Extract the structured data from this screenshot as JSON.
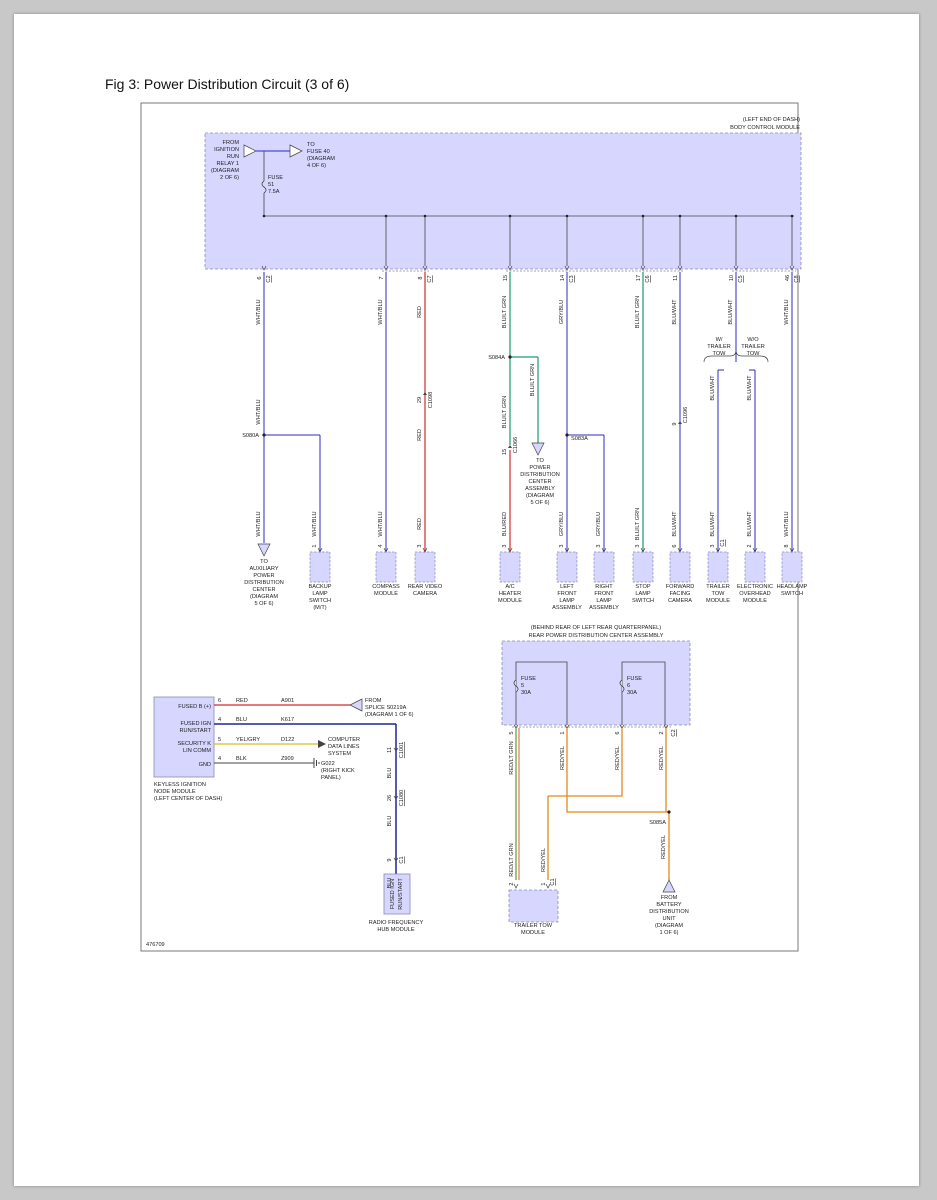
{
  "title": "Fig 3: Power Distribution Circuit (3 of 6)",
  "figure_id": "476709",
  "bcm": {
    "location": "(LEFT END OF DASH)",
    "name": "BODY CONTROL MODULE",
    "from_source": [
      "FROM",
      "IGNITION",
      "RUN",
      "RELAY 1",
      "(DIAGRAM",
      "2 OF 6)"
    ],
    "to_fuse": [
      "TO",
      "FUSE 40",
      "(DIAGRAM",
      "4 OF 6)"
    ],
    "fuse": [
      "FUSE",
      "51",
      "7.5A"
    ]
  },
  "bcm_pins": [
    {
      "pin": "6",
      "connector": "C2",
      "wire": "WHT/BLU"
    },
    {
      "pin": "7",
      "connector": "",
      "wire": "WHT/BLU"
    },
    {
      "pin": "8",
      "connector": "C7",
      "wire": "RED"
    },
    {
      "pin": "15",
      "connector": "",
      "wire": "BLU/LT GRN"
    },
    {
      "pin": "14",
      "connector": "C3",
      "wire": "GRY/BLU"
    },
    {
      "pin": "17",
      "connector": "C6",
      "wire": "BLU/LT GRN"
    },
    {
      "pin": "11",
      "connector": "",
      "wire": "BLU/WHT"
    },
    {
      "pin": "10",
      "connector": "C5",
      "wire": "BLU/WHT"
    },
    {
      "pin": "46",
      "connector": "C8",
      "wire": "WHT/BLU"
    }
  ],
  "splices": {
    "s080a": "S080A",
    "s084a": "S084A",
    "s083a": "S083A",
    "s085a": "S085A"
  },
  "inline": {
    "c1098_pin": "29",
    "c1098": "C1098",
    "c1066_pin": "15",
    "c1066": "C1066",
    "c1096_pin": "9",
    "c1096": "C1096",
    "s084a_branch_wire": "BLU/LT GRN",
    "s084a_down_wire": "BLU/LT GRN",
    "heater_wire": "BLU/RED",
    "red_mid": "RED",
    "whtblu_mid": "WHT/BLU",
    "blugry_mid": "BLU/WHT",
    "towbranch_left": "BLU/WHT",
    "towbranch_right": "BLU/WHT",
    "w_tow": [
      "W/",
      "TRAILER",
      "TOW"
    ],
    "wo_tow": [
      "W/O",
      "TRAILER",
      "TOW"
    ]
  },
  "components": [
    {
      "pin": "",
      "connector": "",
      "wire": "WHT/BLU",
      "label": [
        "TO",
        "AUXILIARY",
        "POWER",
        "DISTRIBUTION",
        "CENTER",
        "(DIAGRAM",
        "5 OF 6)"
      ]
    },
    {
      "pin": "1",
      "connector": "",
      "wire": "WHT/BLU",
      "label": [
        "BACKUP",
        "LAMP",
        "SWITCH",
        "(M/T)"
      ]
    },
    {
      "pin": "4",
      "connector": "",
      "wire": "WHT/BLU",
      "label": [
        "COMPASS",
        "MODULE"
      ]
    },
    {
      "pin": "3",
      "connector": "",
      "wire": "RED",
      "label": [
        "REAR VIDEO",
        "CAMERA"
      ]
    },
    {
      "pin": "3",
      "connector": "",
      "wire": "BLU/RED",
      "label": [
        "A/C",
        "HEATER",
        "MODULE"
      ]
    },
    {
      "pin": "3",
      "connector": "",
      "wire": "GRY/BLU",
      "label": [
        "LEFT",
        "FRONT",
        "LAMP",
        "ASSEMBLY"
      ]
    },
    {
      "pin": "3",
      "connector": "",
      "wire": "GRY/BLU",
      "label": [
        "RIGHT",
        "FRONT",
        "LAMP",
        "ASSEMBLY"
      ]
    },
    {
      "pin": "3",
      "connector": "",
      "wire": "BLU/LT GRN",
      "label": [
        "STOP",
        "LAMP",
        "SWITCH"
      ]
    },
    {
      "pin": "6",
      "connector": "",
      "wire": "BLU/WHT",
      "label": [
        "FORWARD",
        "FACING",
        "CAMERA"
      ]
    },
    {
      "pin": "3",
      "connector": "C1",
      "wire": "BLU/WHT",
      "label": [
        "TRAILER",
        "TOW",
        "MODULE"
      ]
    },
    {
      "pin": "2",
      "connector": "",
      "wire": "BLU/WHT",
      "label": [
        "ELECTRONIC",
        "OVERHEAD",
        "MODULE"
      ]
    },
    {
      "pin": "8",
      "connector": "",
      "wire": "WHT/BLU",
      "label": [
        "HEADLAMP",
        "SWITCH"
      ]
    }
  ],
  "pdc_to": [
    "TO",
    "POWER",
    "DISTRIBUTION",
    "CENTER",
    "ASSEMBLY",
    "(DIAGRAM",
    "5 OF 6)"
  ],
  "kinm": {
    "pins": [
      {
        "name": "FUSED B (+)",
        "pin": "6",
        "color": "RED",
        "circuit": "A901"
      },
      {
        "name": "FUSED IGN RUN/START",
        "pin": "4",
        "color": "BLU",
        "circuit": "K617"
      },
      {
        "name": "SECURITY K LIN COMM",
        "pin": "5",
        "color": "YEL/GRY",
        "circuit": "D122"
      },
      {
        "name": "GND",
        "pin": "4",
        "color": "BLK",
        "circuit": "Z909"
      }
    ],
    "label": [
      "KEYLESS IGNITION",
      "NODE MODULE",
      "(LEFT CENTER OF DASH)"
    ],
    "from_splice": [
      "FROM",
      "SPLICE S0219A",
      "(DIAGRAM 1 OF 6)"
    ],
    "computer": [
      "COMPUTER",
      "DATA LINES",
      "SYSTEM"
    ],
    "ground": [
      "G022",
      "(RIGHT KICK",
      "PANEL)"
    ]
  },
  "rf_hub": {
    "pins": [
      {
        "pin": "11",
        "connector": "C1001",
        "wire": "BLU"
      },
      {
        "pin": "26",
        "connector": "C1080",
        "wire": "BLU"
      },
      {
        "pin": "9",
        "connector": "C1",
        "wire": "BLU"
      }
    ],
    "inner": "FUSED IGN RUN/START",
    "label": [
      "RADIO FREQUENCY",
      "HUB MODULE"
    ]
  },
  "rpdc": {
    "location": "(BEHIND REAR OF LEFT REAR QUARTERPANEL)",
    "name": "REAR POWER DISTRIBUTION CENTER ASSEMBLY",
    "fuse5": [
      "FUSE",
      "5",
      "30A"
    ],
    "fuse6": [
      "FUSE",
      "6",
      "30A"
    ],
    "pins": [
      {
        "pin": "5",
        "wire": "RED/LT GRN"
      },
      {
        "pin": "1",
        "wire": "RED/YEL"
      },
      {
        "pin": "6",
        "wire": "RED/YEL"
      },
      {
        "pin": "2",
        "connector": "C2",
        "wire": "RED/YEL"
      }
    ],
    "battery_wire": "RED/YEL",
    "from_battery": [
      "FROM",
      "BATTERY",
      "DISTRIBUTION",
      "UNIT",
      "(DIAGRAM",
      "1 OF 6)"
    ],
    "trailer_pins": [
      {
        "pin": "2",
        "wire": "RED/LT GRN"
      },
      {
        "pin": "1",
        "connector": "C1",
        "wire": "RED/YEL"
      }
    ],
    "trailer_label": [
      "TRAILER TOW",
      "MODULE"
    ]
  },
  "colors": {
    "wire_blue": "#2b2bc4",
    "wire_red": "#d42a2a",
    "wire_green": "#1d9a6c",
    "wire_orange": "#e08a1e",
    "wire_yellow": "#d6c21c",
    "wire_navy": "#1f2590",
    "module_fill": "#d6d6ff",
    "module_stroke": "#8a8ab8"
  }
}
